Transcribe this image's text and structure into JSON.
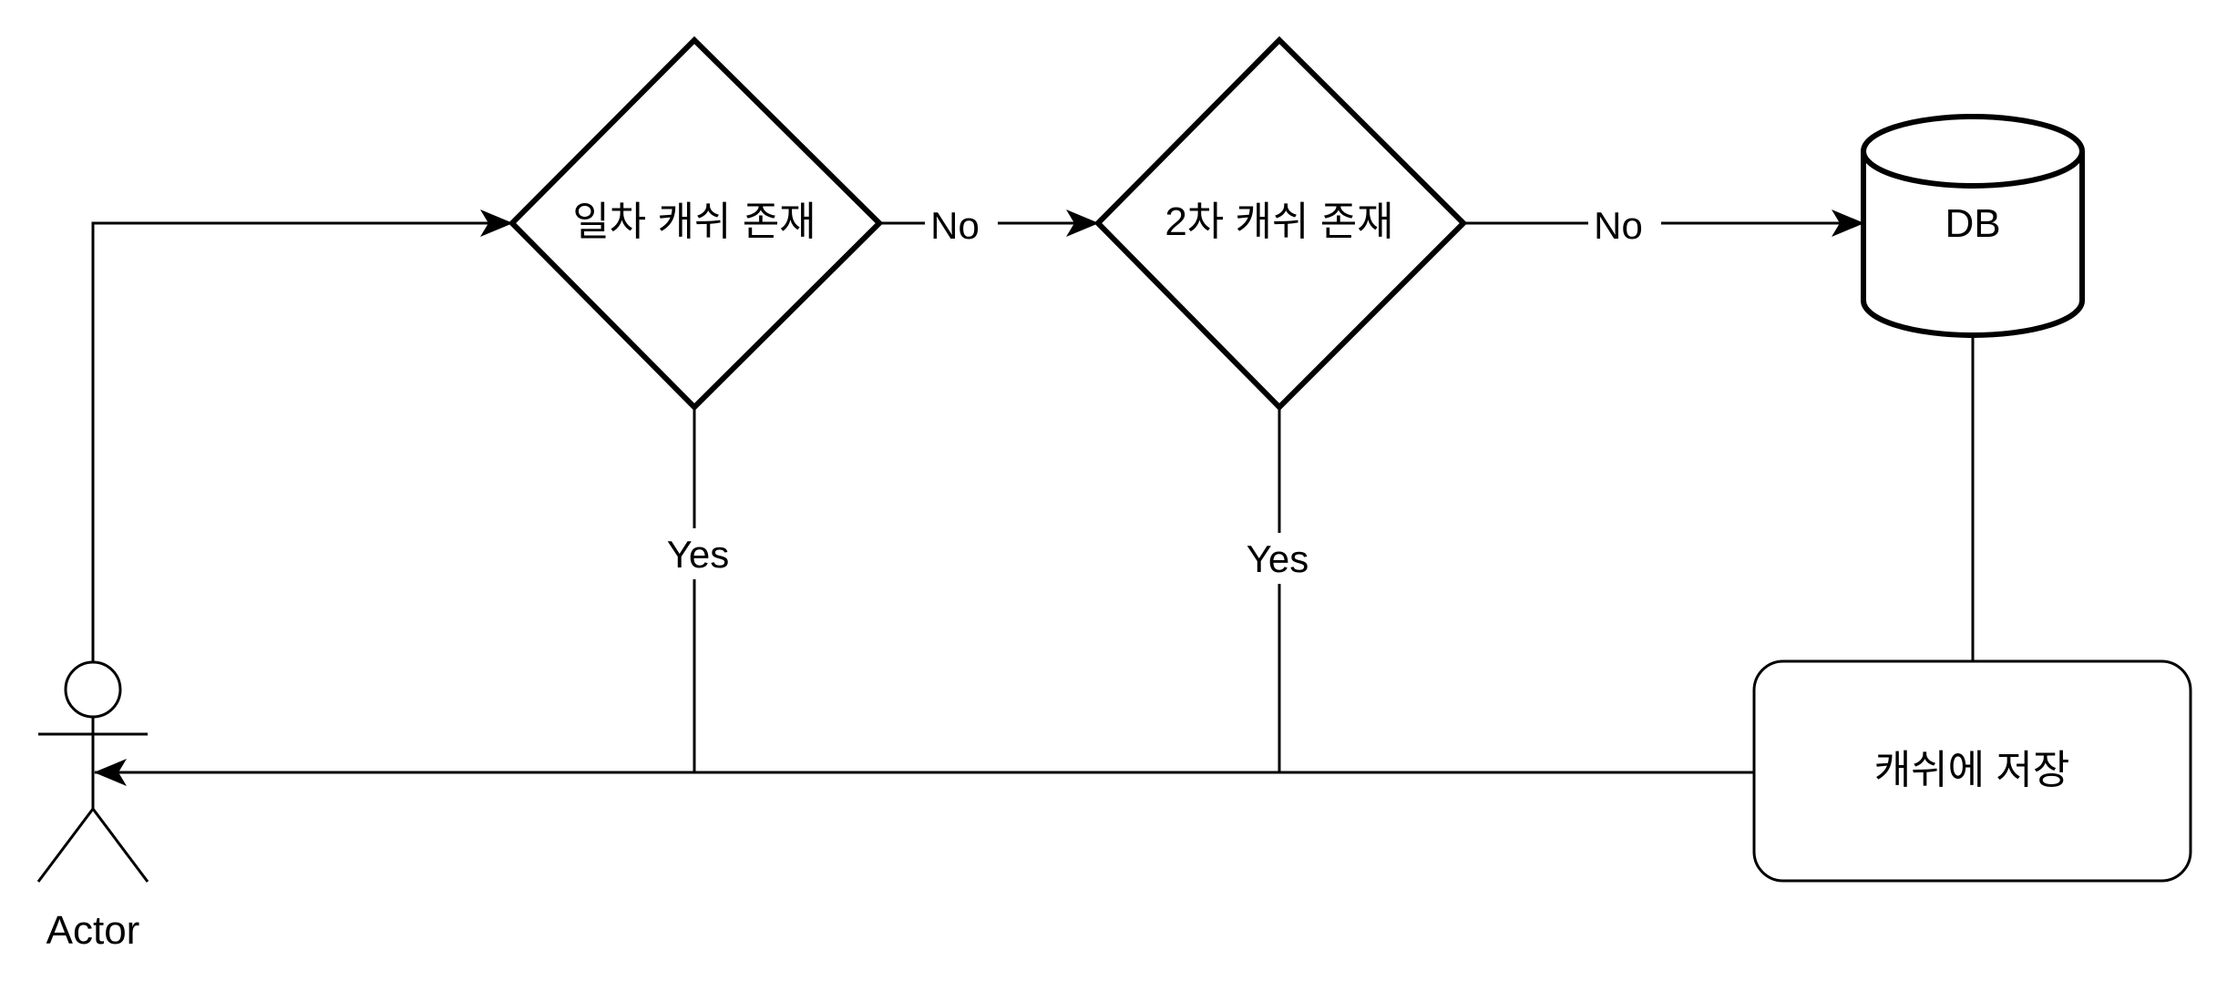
{
  "diagram": {
    "actor": {
      "label": "Actor"
    },
    "nodes": {
      "decision1": {
        "label": "일차 캐쉬 존재"
      },
      "decision2": {
        "label": "2차 캐쉬 존재"
      },
      "database": {
        "label": "DB"
      },
      "store": {
        "label": "캐쉬에 저장"
      }
    },
    "edges": {
      "d1_no": {
        "label": "No"
      },
      "d2_no": {
        "label": "No"
      },
      "d1_yes": {
        "label": "Yes"
      },
      "d2_yes": {
        "label": "Yes"
      }
    }
  },
  "colors": {
    "stroke": "#000000",
    "background": "#ffffff"
  }
}
